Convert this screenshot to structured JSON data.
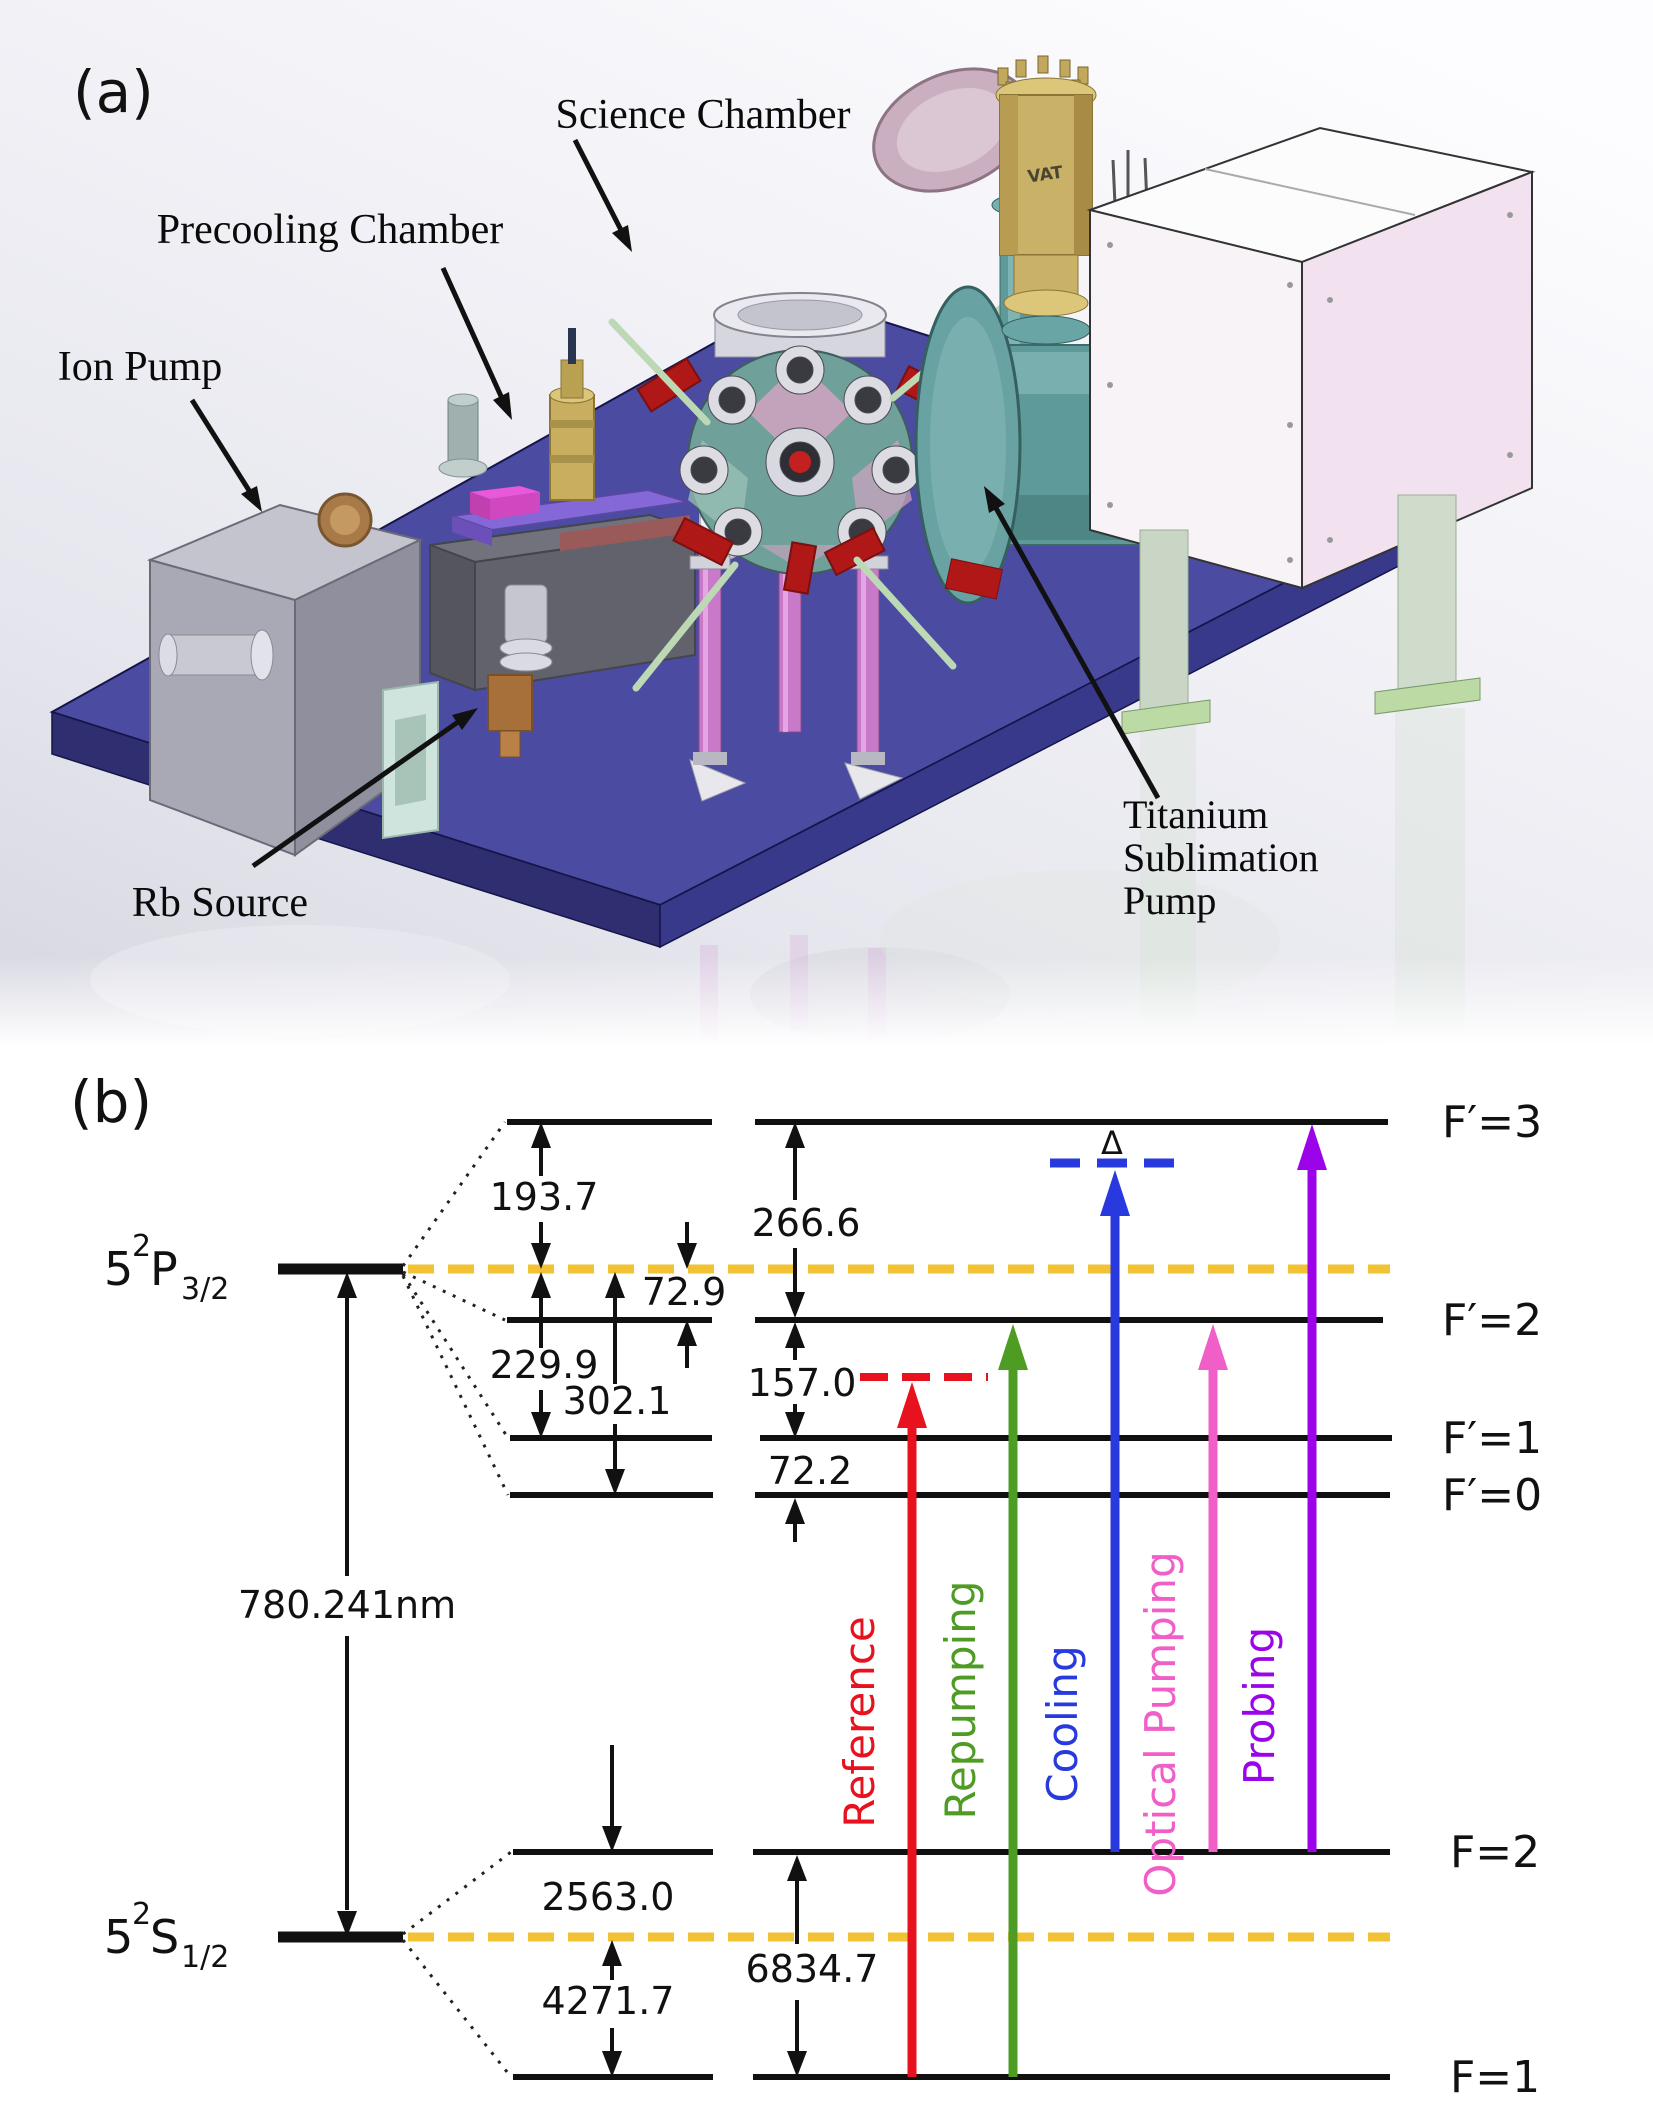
{
  "a": {
    "tag": "(a)",
    "labels": {
      "science_chamber": "Science Chamber",
      "precooling_chamber": "Precooling Chamber",
      "ion_pump": "Ion Pump",
      "rb_source": "Rb Source",
      "tsp": [
        "Titanium",
        "Sublimation",
        "Pump"
      ],
      "vat_valve": "VAT"
    }
  },
  "b": {
    "tag": "(b)",
    "excited_state": {
      "n": "5",
      "sup": "2",
      "term": "P",
      "sub": "3/2"
    },
    "ground_state": {
      "n": "5",
      "sup": "2",
      "term": "S",
      "sub": "1/2"
    },
    "transition_wavelength": "780.241nm",
    "detuning_symbol": "Δ",
    "excited_levels": [
      {
        "label": "F′=3"
      },
      {
        "label": "F′=2"
      },
      {
        "label": "F′=1"
      },
      {
        "label": "F′=0"
      }
    ],
    "ground_levels": [
      {
        "label": "F=2"
      },
      {
        "label": "F=1"
      }
    ],
    "splittings_mhz": {
      "cog_to_fp3": "193.7",
      "cog_to_fp2": "72.9",
      "cog_to_fp1": "229.9",
      "cog_to_fp0": "302.1",
      "fp3_to_fp2": "266.6",
      "fp2_to_fp1": "157.0",
      "fp1_to_fp0": "72.2",
      "f2_to_cog": "2563.0",
      "cog_to_f1": "4271.7",
      "f2_to_f1": "6834.7"
    },
    "cog_color": "#F2C235",
    "lasers": [
      {
        "label": "Reference",
        "color": "#E8121F"
      },
      {
        "label": "Repumping",
        "color": "#4E9C24"
      },
      {
        "label": "Cooling",
        "color": "#2839DE"
      },
      {
        "label": "Optical Pumping",
        "color": "#F05FC8"
      },
      {
        "label": "Probing",
        "color": "#9B04E8"
      }
    ]
  }
}
